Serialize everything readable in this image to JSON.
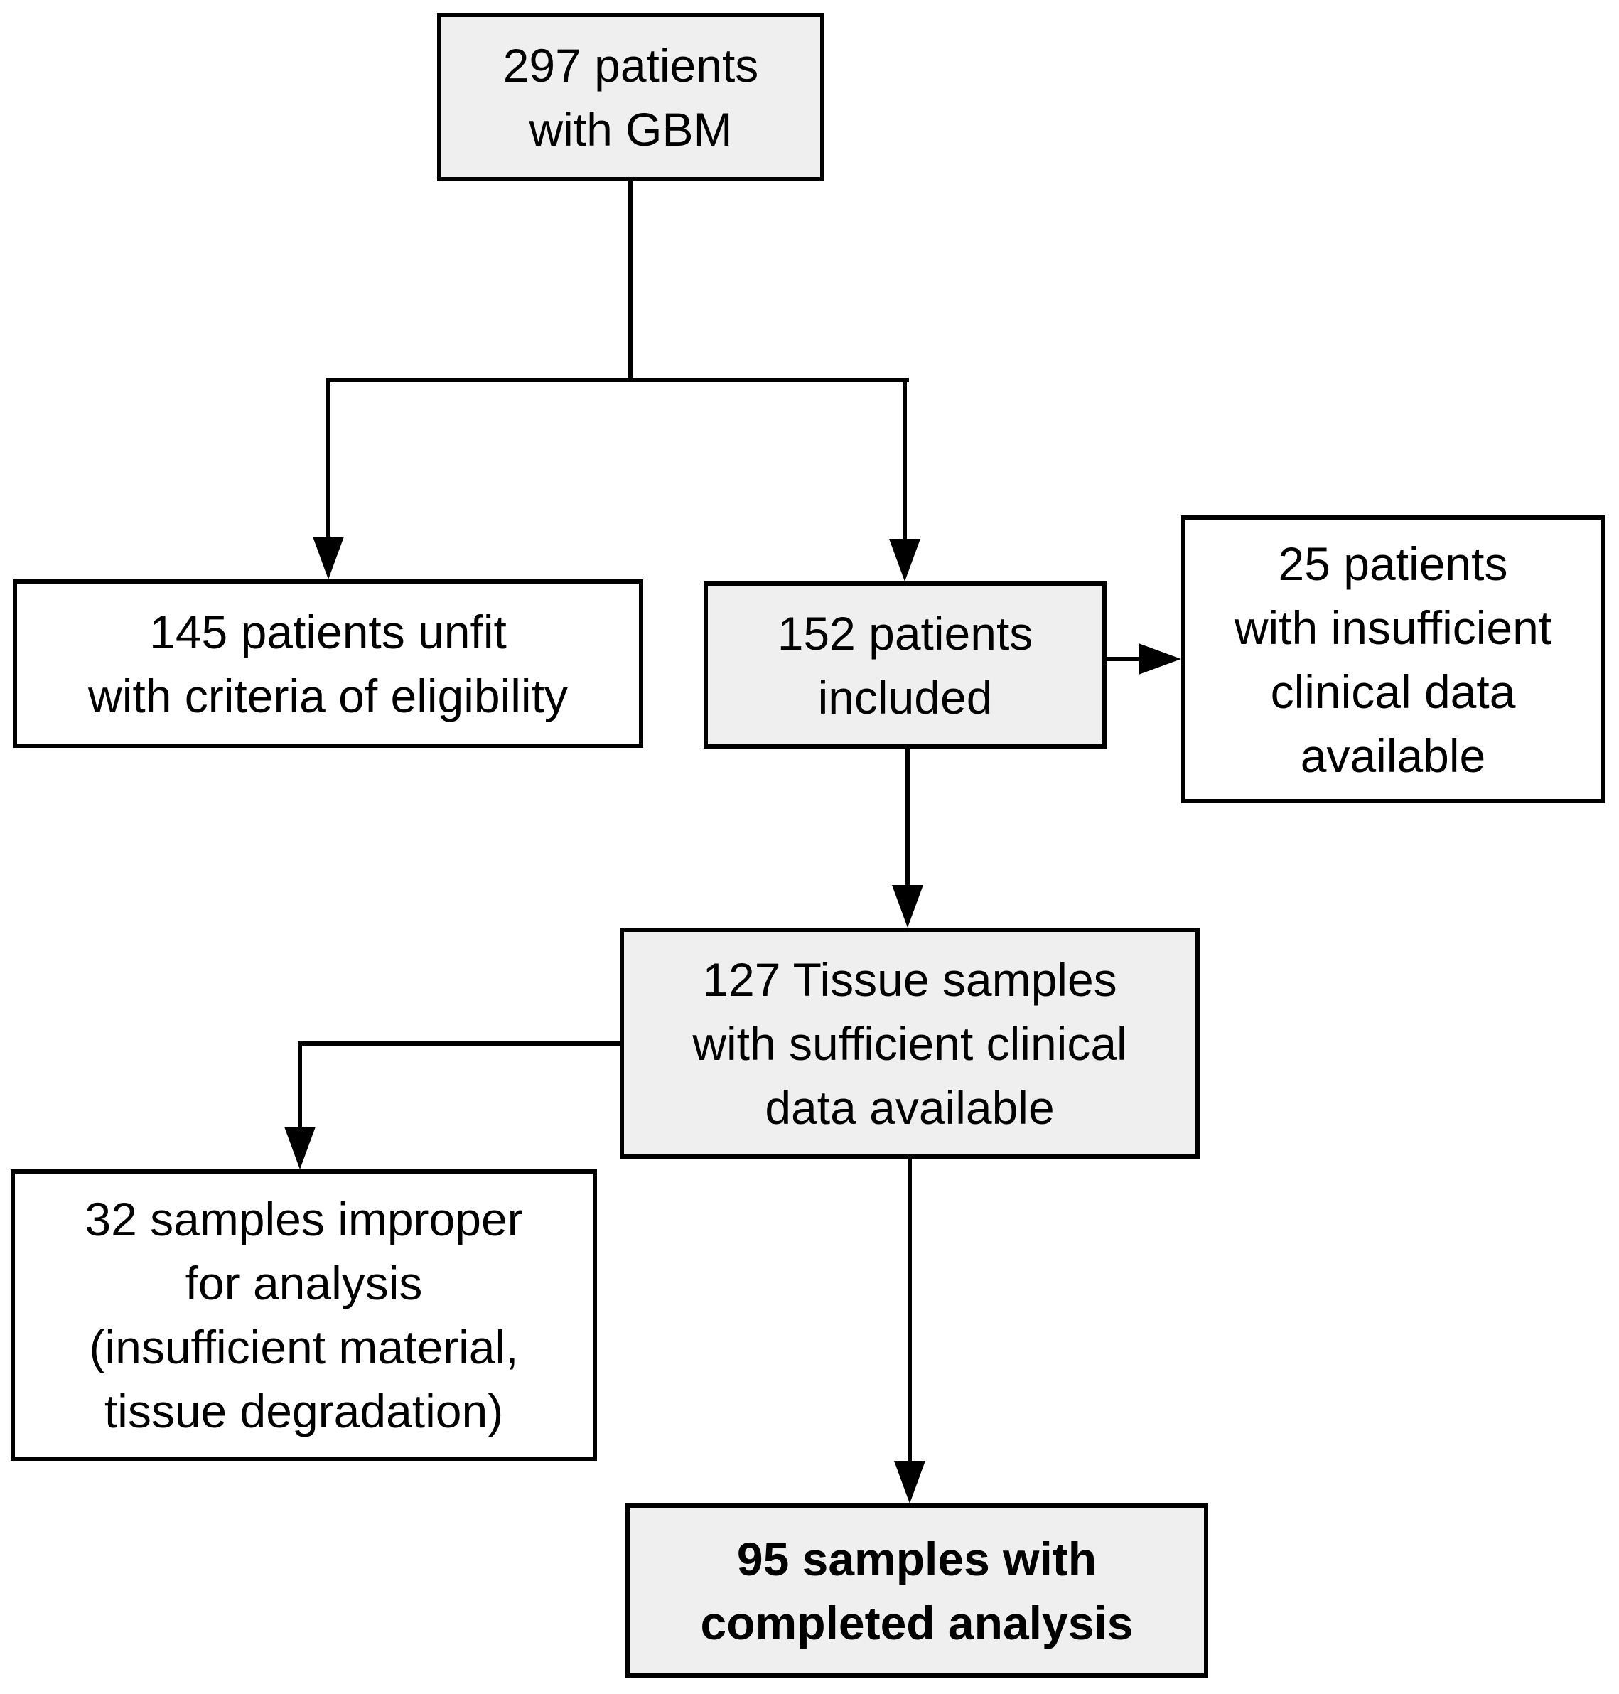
{
  "flowchart": {
    "boxes": {
      "total": {
        "label": "297 patients\nwith GBM"
      },
      "unfit": {
        "label": "145 patients unfit\nwith criteria of eligibility"
      },
      "included": {
        "label": "152 patients\nincluded"
      },
      "insufficient": {
        "label": "25 patients\nwith insufficient\nclinical data\navailable"
      },
      "tissue": {
        "label": "127 Tissue samples\nwith sufficient clinical\ndata available"
      },
      "improper": {
        "label": "32 samples improper\nfor analysis\n(insufficient material,\ntissue degradation)"
      },
      "completed": {
        "label": "95 samples with\ncompleted analysis"
      }
    },
    "edges": [
      {
        "from": "total",
        "to": "unfit"
      },
      {
        "from": "total",
        "to": "included"
      },
      {
        "from": "included",
        "to": "insufficient"
      },
      {
        "from": "included",
        "to": "tissue"
      },
      {
        "from": "tissue",
        "to": "improper"
      },
      {
        "from": "tissue",
        "to": "completed"
      }
    ],
    "colors": {
      "highlight_fill": "#efefef",
      "plain_fill": "#ffffff",
      "line": "#000000"
    }
  }
}
